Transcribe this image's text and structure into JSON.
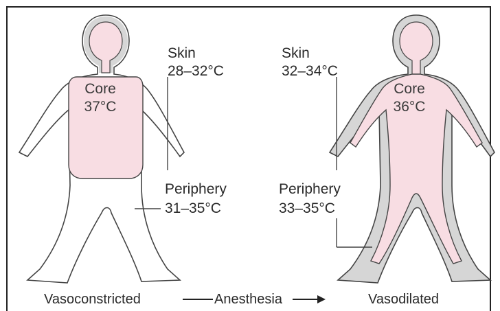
{
  "left_figure": {
    "core_label": "Core",
    "core_temp": "37°C",
    "skin_label": "Skin",
    "skin_temp": "28–32°C",
    "periphery_label": "Periphery",
    "periphery_temp": "31–35°C",
    "caption": "Vasoconstricted"
  },
  "right_figure": {
    "core_label": "Core",
    "core_temp": "36°C",
    "skin_label": "Skin",
    "skin_temp": "32–34°C",
    "periphery_label": "Periphery",
    "periphery_temp": "33–35°C",
    "caption": "Vasodilated"
  },
  "transition_label": "Anesthesia",
  "colors": {
    "core": "#f8dde3",
    "periphery_gray": "#d6d6d6",
    "outline": "#444444"
  }
}
